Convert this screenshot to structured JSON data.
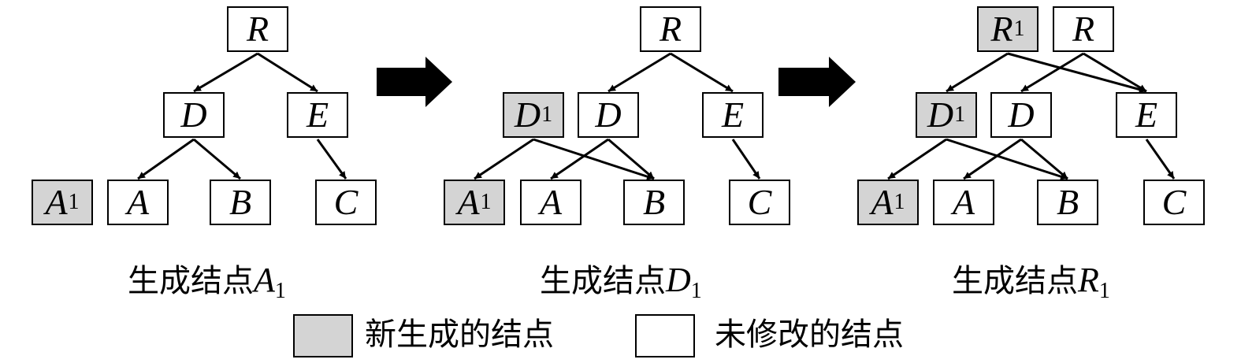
{
  "colors": {
    "new_node_fill": "#d4d4d4",
    "unchanged_node_fill": "#ffffff",
    "stroke": "#000000"
  },
  "panels": [
    {
      "caption": {
        "prefix": "生成结点",
        "letter": "A",
        "sub": "1"
      },
      "nodes": [
        {
          "id": "R",
          "letter": "R",
          "sub": "",
          "new": false
        },
        {
          "id": "D",
          "letter": "D",
          "sub": "",
          "new": false
        },
        {
          "id": "E",
          "letter": "E",
          "sub": "",
          "new": false
        },
        {
          "id": "A1",
          "letter": "A",
          "sub": "1",
          "new": true
        },
        {
          "id": "A",
          "letter": "A",
          "sub": "",
          "new": false
        },
        {
          "id": "B",
          "letter": "B",
          "sub": "",
          "new": false
        },
        {
          "id": "C",
          "letter": "C",
          "sub": "",
          "new": false
        }
      ],
      "edges": [
        [
          "R",
          "D"
        ],
        [
          "R",
          "E"
        ],
        [
          "D",
          "A"
        ],
        [
          "D",
          "B"
        ],
        [
          "E",
          "C"
        ]
      ]
    },
    {
      "caption": {
        "prefix": "生成结点",
        "letter": "D",
        "sub": "1"
      },
      "nodes": [
        {
          "id": "R",
          "letter": "R",
          "sub": "",
          "new": false
        },
        {
          "id": "D1",
          "letter": "D",
          "sub": "1",
          "new": true
        },
        {
          "id": "D",
          "letter": "D",
          "sub": "",
          "new": false
        },
        {
          "id": "E",
          "letter": "E",
          "sub": "",
          "new": false
        },
        {
          "id": "A1",
          "letter": "A",
          "sub": "1",
          "new": true
        },
        {
          "id": "A",
          "letter": "A",
          "sub": "",
          "new": false
        },
        {
          "id": "B",
          "letter": "B",
          "sub": "",
          "new": false
        },
        {
          "id": "C",
          "letter": "C",
          "sub": "",
          "new": false
        }
      ],
      "edges": [
        [
          "R",
          "D"
        ],
        [
          "R",
          "E"
        ],
        [
          "D1",
          "A1"
        ],
        [
          "D1",
          "B"
        ],
        [
          "D",
          "A"
        ],
        [
          "D",
          "B"
        ],
        [
          "E",
          "C"
        ]
      ]
    },
    {
      "caption": {
        "prefix": "生成结点",
        "letter": "R",
        "sub": "1"
      },
      "nodes": [
        {
          "id": "R1",
          "letter": "R",
          "sub": "1",
          "new": true
        },
        {
          "id": "R",
          "letter": "R",
          "sub": "",
          "new": false
        },
        {
          "id": "D1",
          "letter": "D",
          "sub": "1",
          "new": true
        },
        {
          "id": "D",
          "letter": "D",
          "sub": "",
          "new": false
        },
        {
          "id": "E",
          "letter": "E",
          "sub": "",
          "new": false
        },
        {
          "id": "A1",
          "letter": "A",
          "sub": "1",
          "new": true
        },
        {
          "id": "A",
          "letter": "A",
          "sub": "",
          "new": false
        },
        {
          "id": "B",
          "letter": "B",
          "sub": "",
          "new": false
        },
        {
          "id": "C",
          "letter": "C",
          "sub": "",
          "new": false
        }
      ],
      "edges": [
        [
          "R1",
          "D1"
        ],
        [
          "R1",
          "E"
        ],
        [
          "R",
          "D"
        ],
        [
          "R",
          "E"
        ],
        [
          "D1",
          "A1"
        ],
        [
          "D1",
          "B"
        ],
        [
          "D",
          "A"
        ],
        [
          "D",
          "B"
        ],
        [
          "E",
          "C"
        ]
      ]
    }
  ],
  "legend": {
    "new_label": "新生成的结点",
    "unchanged_label": "未修改的结点"
  }
}
